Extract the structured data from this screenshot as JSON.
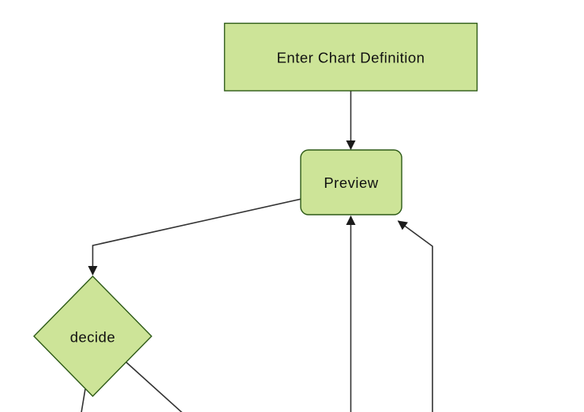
{
  "diagram": {
    "type": "flowchart-top-down",
    "background_color": "#ffffff",
    "style": {
      "node_fill": "#cde498",
      "node_border": "#2d5a16",
      "edge_color": "#333333",
      "arrowhead_color": "#1b1b1b",
      "label_color": "#111111"
    },
    "nodes": [
      {
        "id": "enter-chart-definition",
        "label": "Enter Chart Definition",
        "shape": "rectangle"
      },
      {
        "id": "preview",
        "label": "Preview",
        "shape": "rounded-rectangle"
      },
      {
        "id": "decide",
        "label": "decide",
        "shape": "diamond"
      }
    ],
    "edges": [
      {
        "from": "enter-chart-definition",
        "to": "preview",
        "arrowhead": true
      },
      {
        "from": "preview",
        "to": "decide",
        "arrowhead": true
      },
      {
        "from": "offscreen-bottom-center",
        "to": "preview",
        "arrowhead": true
      },
      {
        "from": "offscreen-bottom-right",
        "to": "preview",
        "arrowhead": true
      },
      {
        "from": "decide",
        "to": "offscreen-bottom-left",
        "arrowhead": false
      },
      {
        "from": "decide",
        "to": "offscreen-bottom-right",
        "arrowhead": false
      }
    ]
  }
}
